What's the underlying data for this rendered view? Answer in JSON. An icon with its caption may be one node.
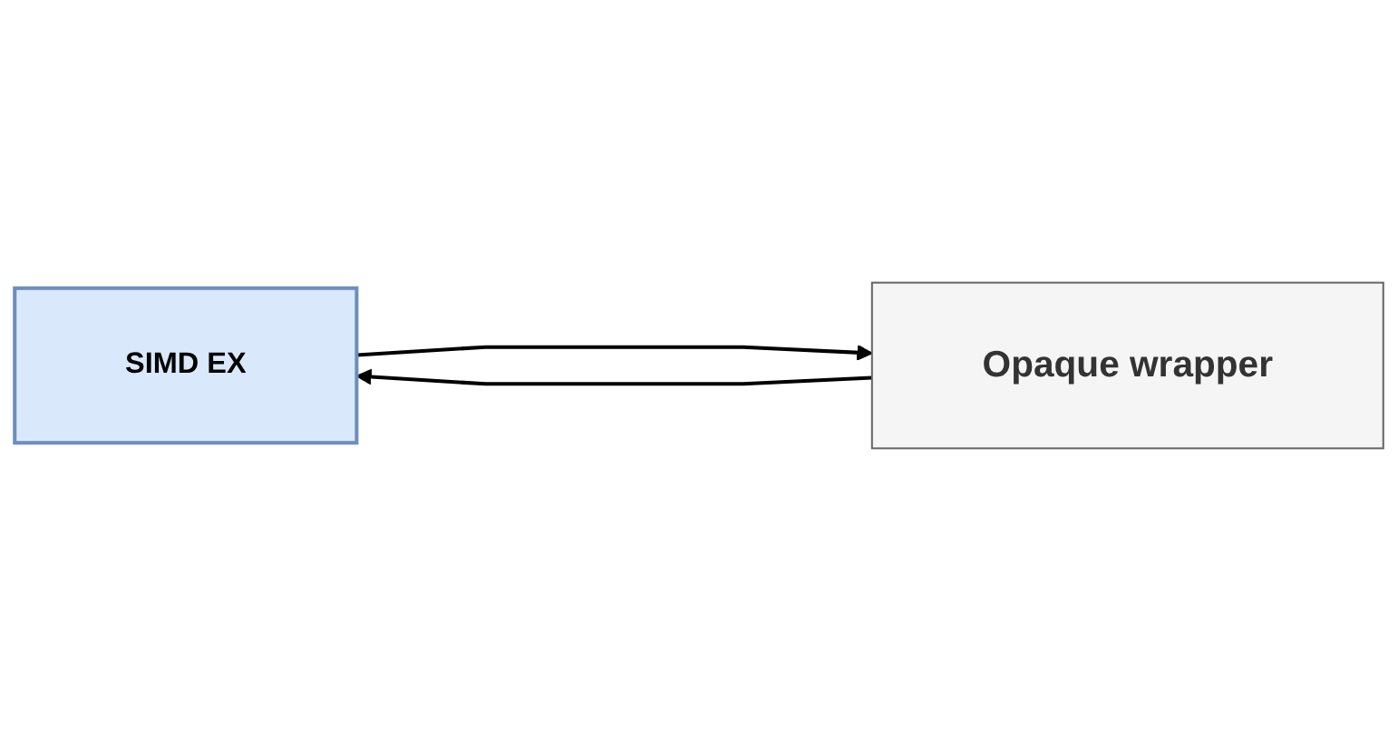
{
  "diagram": {
    "nodes": [
      {
        "text": [
          "SIMD EX"
        ]
      },
      {
        "text": [
          "Opaque wrapper"
        ]
      }
    ],
    "edges": [
      {
        "from": 0,
        "to": 1,
        "arrow": "to"
      },
      {
        "from": 1,
        "to": 0,
        "arrow": "to"
      }
    ]
  }
}
